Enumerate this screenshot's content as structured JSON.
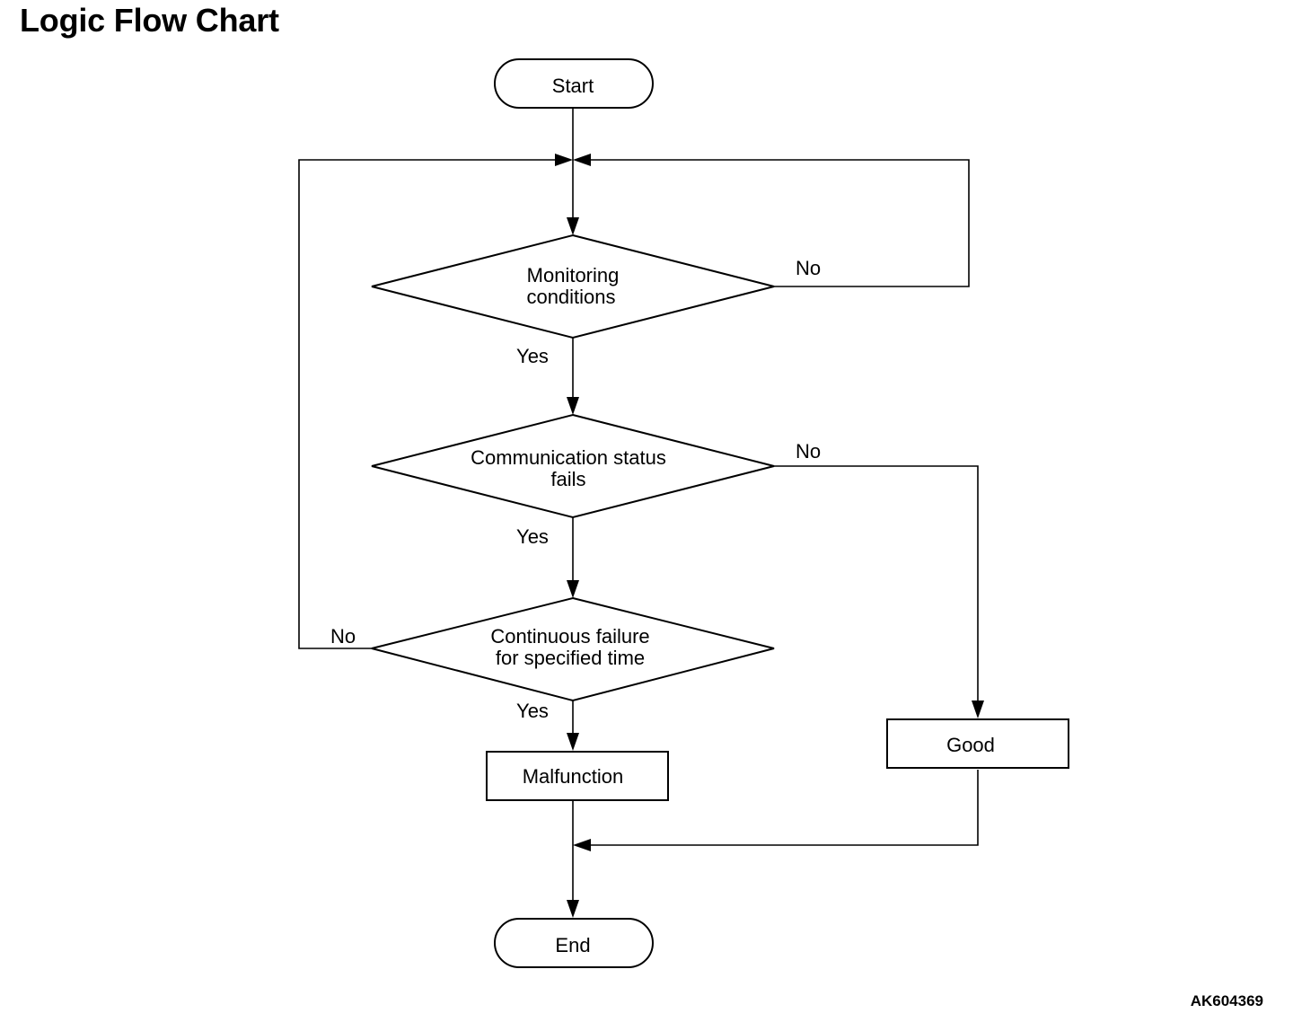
{
  "title": "Logic Flow Chart",
  "figure_id": "AK604369",
  "nodes": {
    "start": "Start",
    "monitoring": [
      "Monitoring",
      "conditions"
    ],
    "comm_status": [
      "Communication status",
      "fails"
    ],
    "continuous": [
      "Continuous failure",
      "for specified time"
    ],
    "malfunction": "Malfunction",
    "good": "Good",
    "end": "End"
  },
  "edge_labels": {
    "monitoring_yes": "Yes",
    "monitoring_no": "No",
    "comm_yes": "Yes",
    "comm_no": "No",
    "continuous_yes": "Yes",
    "continuous_no": "No"
  }
}
